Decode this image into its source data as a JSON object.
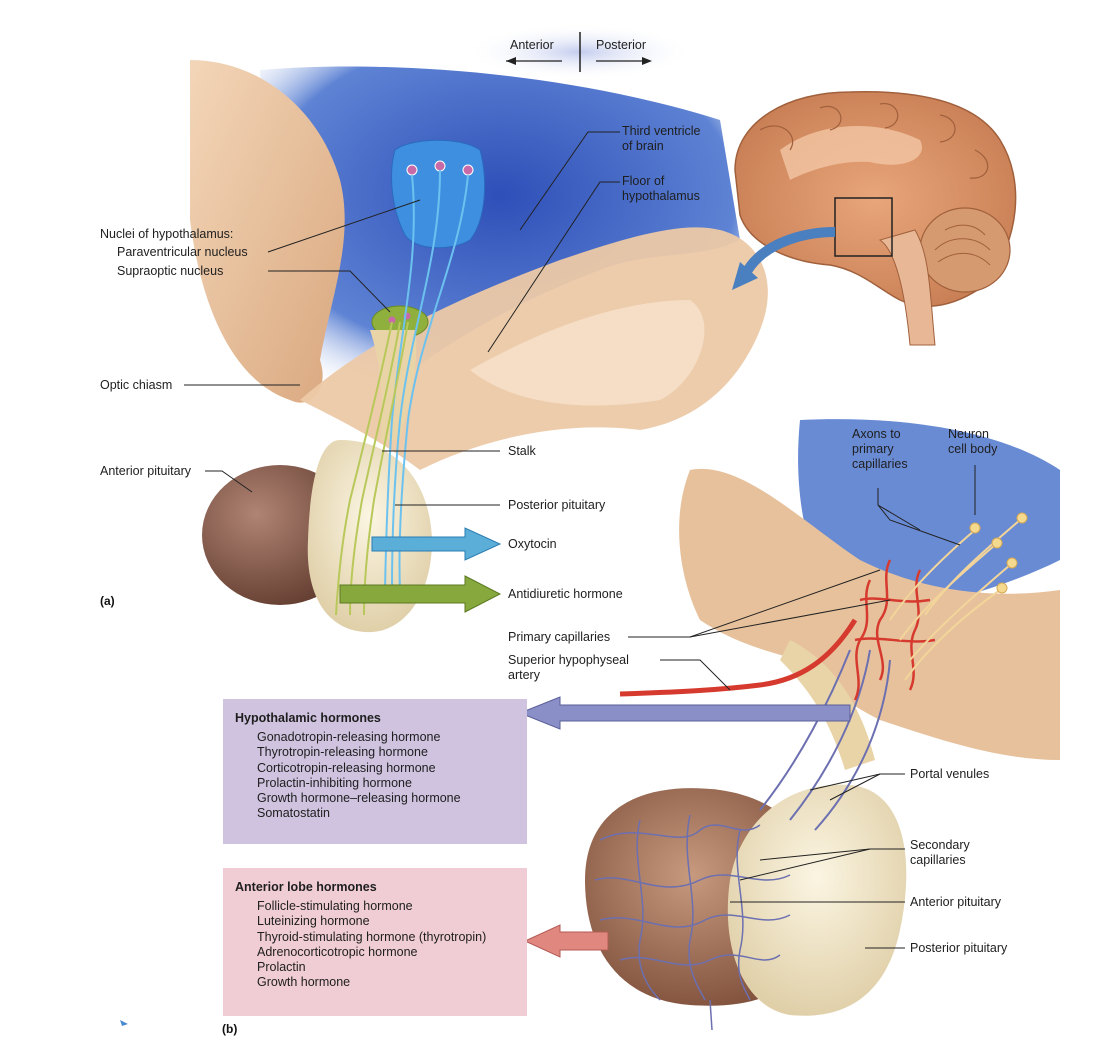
{
  "orientation": {
    "anterior": "Anterior",
    "posterior": "Posterior"
  },
  "panel_a": {
    "tag": "(a)",
    "labels": {
      "third_ventricle": "Third ventricle\nof brain",
      "floor_hypothalamus": "Floor of\nhypothalamus",
      "nuclei_heading": "Nuclei of hypothalamus:",
      "paraventricular": "Paraventricular nucleus",
      "supraoptic": "Supraoptic nucleus",
      "optic_chiasm": "Optic chiasm",
      "anterior_pituitary": "Anterior pituitary",
      "stalk": "Stalk",
      "posterior_pituitary": "Posterior pituitary",
      "oxytocin": "Oxytocin",
      "adh": "Antidiuretic hormone"
    }
  },
  "panel_b": {
    "tag": "(b)",
    "labels": {
      "axons": "Axons to\nprimary\ncapillaries",
      "neuron_cell_body": "Neuron\ncell body",
      "primary_capillaries": "Primary capillaries",
      "superior_artery": "Superior hypophyseal\nartery",
      "portal_venules": "Portal venules",
      "secondary_capillaries": "Secondary\ncapillaries",
      "anterior_pituitary": "Anterior pituitary",
      "posterior_pituitary": "Posterior pituitary"
    },
    "hypothalamic_box": {
      "title": "Hypothalamic hormones",
      "items": [
        "Gonadotropin-releasing hormone",
        "Thyrotropin-releasing hormone",
        "Corticotropin-releasing hormone",
        "Prolactin-inhibiting hormone",
        "Growth hormone–releasing hormone",
        "Somatostatin"
      ]
    },
    "anterior_box": {
      "title": "Anterior lobe hormones",
      "items": [
        "Follicle-stimulating hormone",
        "Luteinizing hormone",
        "Thyroid-stimulating hormone (thyrotropin)",
        "Adrenocorticotropic hormone",
        "Prolactin",
        "Growth hormone"
      ]
    }
  },
  "colors": {
    "ventricle_blue": "#3b5fc4",
    "tissue": "#e8c4a0",
    "anterior_lobe": "#8a5a48",
    "posterior_lobe": "#efe3c2",
    "oxytocin_arrow": "#5aaed8",
    "adh_arrow": "#86a83c",
    "hypothalamic_box": "#cfc3df",
    "anterior_box": "#f0cdd4",
    "artery_red": "#d63a2e",
    "vein_purple": "#6c6fb0"
  }
}
